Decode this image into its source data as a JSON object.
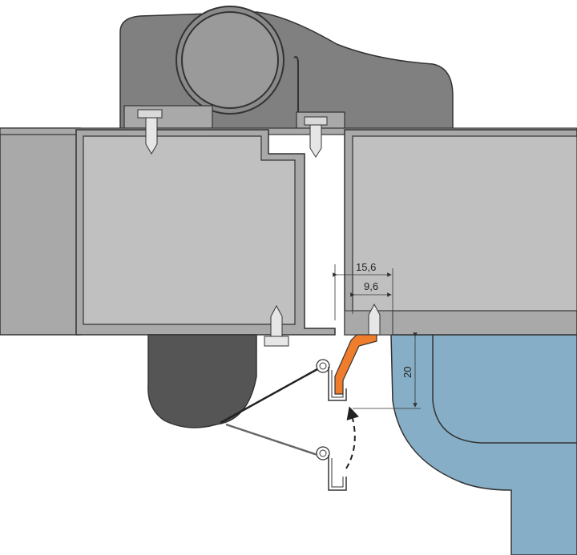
{
  "dimensions": {
    "d1": "15,6",
    "d2": "9,6",
    "d3": "20"
  },
  "colors": {
    "dark_housing": "#808080",
    "panel_gray": "#c0c0c0",
    "frame_light": "#a9a9a9",
    "rubber_dark": "#555555",
    "blue_part": "#86aec6",
    "clip_orange": "#f07d2b",
    "outline": "#333333",
    "background": "#ffffff"
  }
}
